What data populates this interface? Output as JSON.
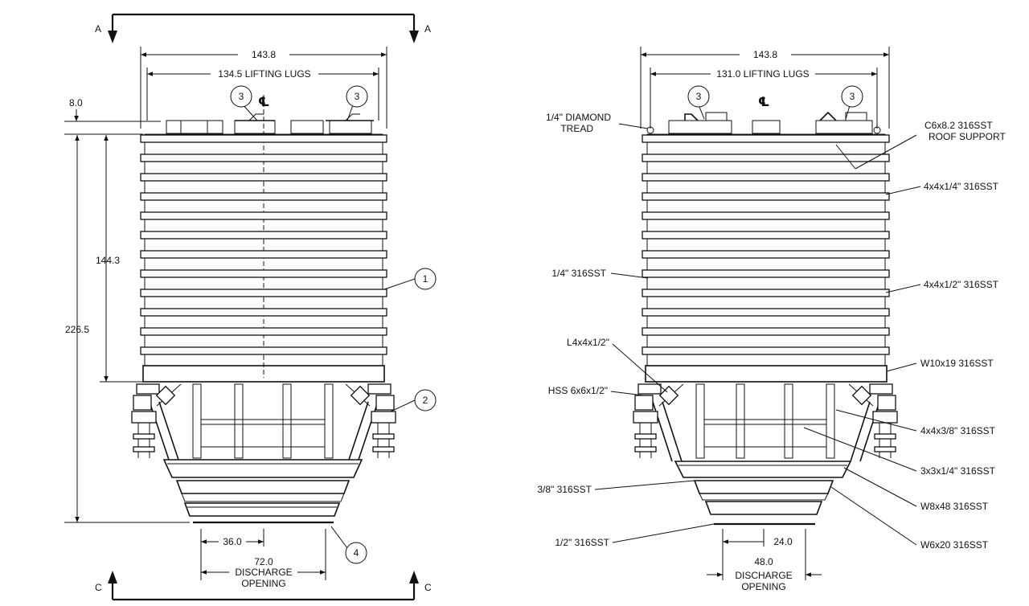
{
  "section_marks": {
    "top": "A",
    "bottom": "C"
  },
  "left_view": {
    "overall_width": "143.8",
    "lifting_lugs": "134.5 LIFTING LUGS",
    "top_offset": "8.0",
    "body_height": "144.3",
    "total_height": "226.5",
    "half_opening": "36.0",
    "discharge_opening": [
      "72.0",
      "DISCHARGE",
      "OPENING"
    ],
    "centerline_symbol": "℄",
    "callouts": [
      "3",
      "3",
      "1",
      "2",
      "4"
    ]
  },
  "right_view": {
    "overall_width": "143.8",
    "lifting_lugs": "131.0 LIFTING LUGS",
    "half_opening": "24.0",
    "discharge_opening": [
      "48.0",
      "DISCHARGE",
      "OPENING"
    ],
    "centerline_symbol": "℄",
    "callouts": [
      "3",
      "3"
    ],
    "labels_left": {
      "diamond_tread": [
        "1/4\" DIAMOND",
        "TREAD"
      ],
      "shell": "1/4\" 316SST",
      "angle": "L4x4x1/2\"",
      "hss": "HSS 6x6x1/2\"",
      "cone_plate": "3/8\" 316SST",
      "bottom_plate": "1/2\" 316SST"
    },
    "labels_right": {
      "roof_support": [
        "C6x8.2 316SST",
        "ROOF SUPPORT"
      ],
      "tube_upper": "4x4x1/4\" 316SST",
      "tube_lower": "4x4x1/2\" 316SST",
      "beam": "W10x19 316SST",
      "tube_brace": "4x4x3/8\" 316SST",
      "tube_small": "3x3x1/4\" 316SST",
      "ring_beam": "W8x48 316SST",
      "ring_beam_lower": "W6x20 316SST"
    }
  }
}
